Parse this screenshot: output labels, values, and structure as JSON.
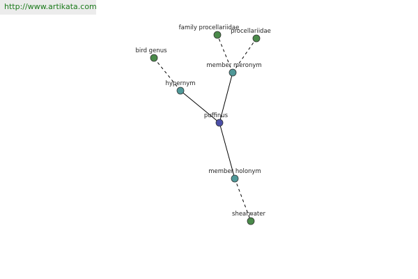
{
  "source_url": "http://www.artikata.com",
  "colors": {
    "center_node": "#4b4fa8",
    "relation_node": "#4f9898",
    "leaf_node": "#4a8a4a",
    "edge": "#000000"
  },
  "graph": {
    "nodes": [
      {
        "id": "puffinus",
        "label": "puffinus",
        "kind": "center"
      },
      {
        "id": "hypernym",
        "label": "hypernym",
        "kind": "relation"
      },
      {
        "id": "member-meronym",
        "label": "member meronym",
        "kind": "relation"
      },
      {
        "id": "member-holonym",
        "label": "member holonym",
        "kind": "relation"
      },
      {
        "id": "bird-genus",
        "label": "bird genus",
        "kind": "leaf"
      },
      {
        "id": "family-procellariidae",
        "label": "family procellariidae",
        "kind": "leaf"
      },
      {
        "id": "procellariidae",
        "label": "procellariidae",
        "kind": "leaf"
      },
      {
        "id": "shearwater",
        "label": "shearwater",
        "kind": "leaf"
      }
    ],
    "edges": [
      {
        "from": "puffinus",
        "to": "hypernym",
        "style": "solid"
      },
      {
        "from": "puffinus",
        "to": "member-meronym",
        "style": "solid"
      },
      {
        "from": "puffinus",
        "to": "member-holonym",
        "style": "solid"
      },
      {
        "from": "hypernym",
        "to": "bird-genus",
        "style": "dashed"
      },
      {
        "from": "member-meronym",
        "to": "family-procellariidae",
        "style": "dashed"
      },
      {
        "from": "member-meronym",
        "to": "procellariidae",
        "style": "dashed"
      },
      {
        "from": "member-holonym",
        "to": "shearwater",
        "style": "dashed"
      }
    ]
  }
}
